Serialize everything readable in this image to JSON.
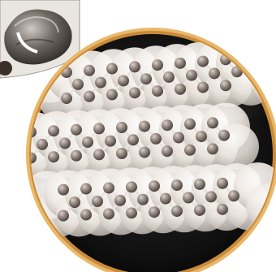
{
  "figure": {
    "subject": "layered-molecular-structure-illustration",
    "inset_icon": "rock-sample-photo",
    "layer_count": 3,
    "colors": {
      "background": "#ffffff",
      "lens_dark": "#141414",
      "lens_rim": "#c98a3a",
      "lens_rim_outer": "#e8b86a",
      "sheet_cloud": "#f2ece6",
      "atom": "#8a7d76",
      "bond": "#e8e3de",
      "rock": "#5a544f"
    }
  }
}
